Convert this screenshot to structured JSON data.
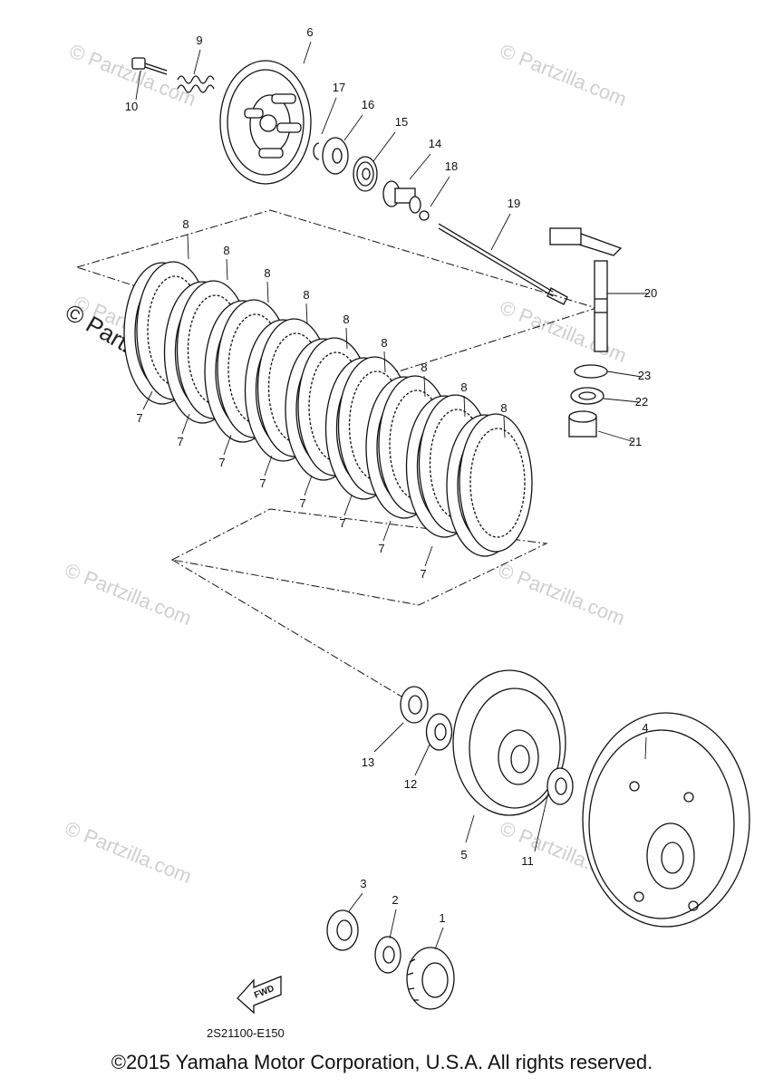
{
  "diagram": {
    "code": "2S21100-E150",
    "fwd_label": "FWD",
    "watermark": "© Partzilla.com",
    "watermark_prominent": "© Partzilla.com",
    "callouts": [
      "1",
      "2",
      "3",
      "4",
      "5",
      "6",
      "7",
      "8",
      "9",
      "10",
      "11",
      "12",
      "13",
      "14",
      "15",
      "16",
      "17",
      "18",
      "19",
      "20",
      "21",
      "22",
      "23"
    ]
  },
  "footer": {
    "copyright": "©2015 Yamaha Motor Corporation, U.S.A. All rights reserved."
  }
}
